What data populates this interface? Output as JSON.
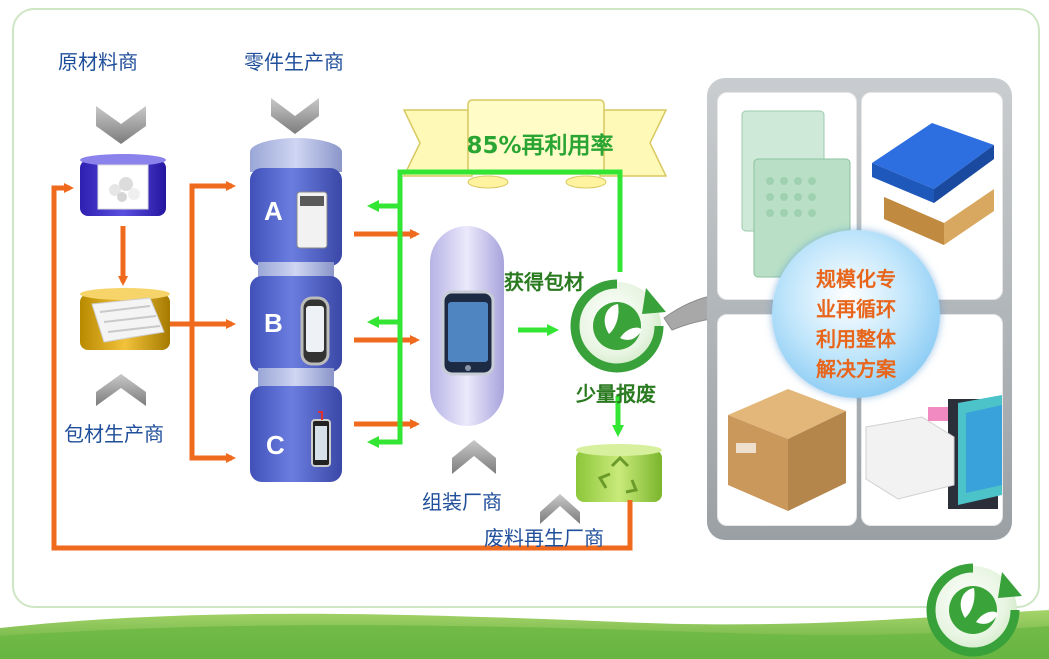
{
  "labels": {
    "raw_material": "原材料商",
    "parts_maker": "零件生产商",
    "packaging_maker": "包材生产商",
    "assembly": "组装厂商",
    "waste_recycler": "废料再生厂商",
    "get_packaging": "获得包材",
    "less_scrap": "少量报废"
  },
  "banner": {
    "text": "85%再利用率"
  },
  "cylinders": {
    "a": "A",
    "b": "B",
    "c": "C"
  },
  "callout": {
    "lines": [
      "规模化专",
      "业再循环",
      "利用整体",
      "解决方案"
    ]
  },
  "colors": {
    "orange": "#f06a1e",
    "green": "#33e633",
    "label_blue": "#1f4e9a",
    "callout_orange": "#e8661c"
  }
}
